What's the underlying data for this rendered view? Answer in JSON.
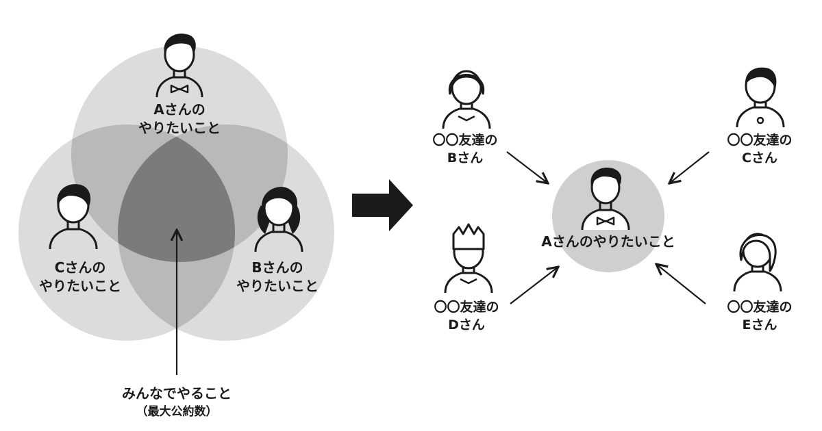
{
  "headings": {
    "left": "",
    "right": ""
  },
  "venn": {
    "person_a": {
      "line1": "Aさんの",
      "line2": "やりたいこと"
    },
    "person_b": {
      "line1": "Bさんの",
      "line2": "やりたいこと"
    },
    "person_c": {
      "line1": "Cさんの",
      "line2": "やりたいこと"
    },
    "common": {
      "line1": "みんなでやること",
      "line2": "（最大公約数）"
    }
  },
  "network": {
    "center": {
      "label": "Aさんのやりたいこと"
    },
    "friends": [
      {
        "line1": "〇〇友達の",
        "line2": "Bさん"
      },
      {
        "line1": "〇〇友達の",
        "line2": "Cさん"
      },
      {
        "line1": "〇〇友達の",
        "line2": "Dさん"
      },
      {
        "line1": "〇〇友達の",
        "line2": "Eさん"
      }
    ]
  },
  "colors": {
    "circle": "#dcdcdc",
    "pair_overlap": "#b9b9b9",
    "triple_overlap": "#7b7b7b",
    "line": "#1a1a1a"
  }
}
